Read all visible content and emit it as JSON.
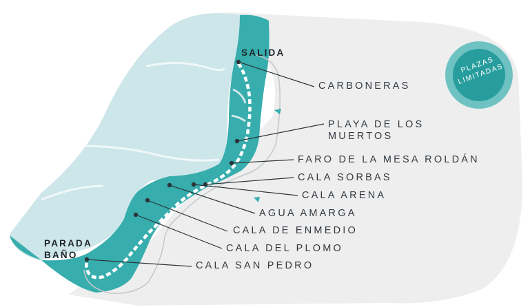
{
  "start_label": "SALIDA",
  "end_label_line1": "PARADA",
  "end_label_line2": "BAÑO",
  "badge": {
    "line1": "PLAZAS",
    "line2": "LIMITADAS"
  },
  "stops": [
    {
      "name": "CARBONERAS"
    },
    {
      "name_line1": "PLAYA DE LOS",
      "name_line2": "MUERTOS"
    },
    {
      "name": "FARO DE LA MESA ROLDÁN"
    },
    {
      "name": "CALA SORBAS"
    },
    {
      "name": "CALA ARENA"
    },
    {
      "name": "AGUA AMARGA"
    },
    {
      "name": "CALA DE ENMEDIO"
    },
    {
      "name": "CALA DEL PLOMO"
    },
    {
      "name": "CALA SAN PEDRO"
    }
  ],
  "colors": {
    "land": "#eeeeef",
    "sea": "#cde6e9",
    "coast_band": "#37adad",
    "route": "#ffffff",
    "leader": "#2c3438",
    "badge_outer": "#6fc2c2",
    "badge_inner": "#279d9d"
  }
}
